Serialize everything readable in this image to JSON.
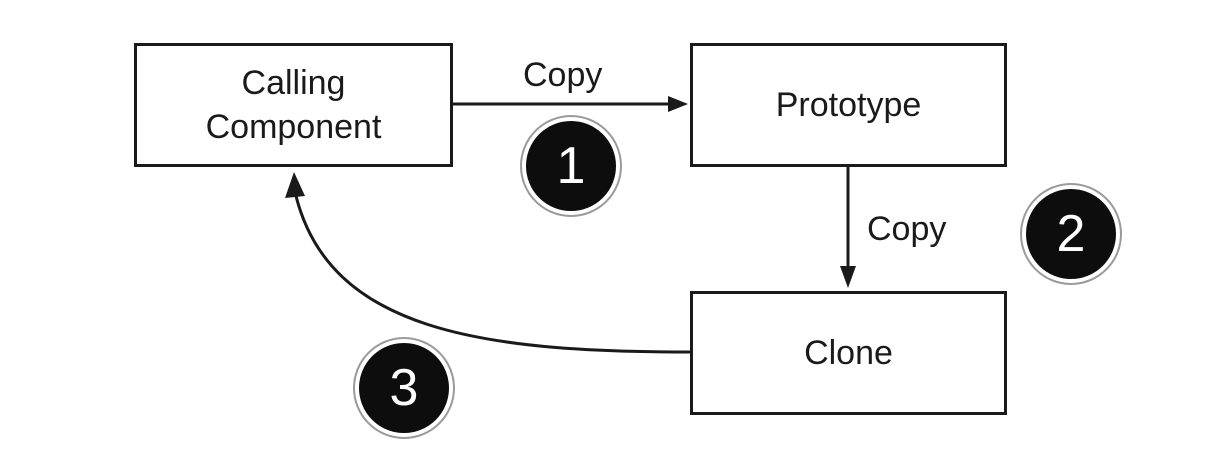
{
  "nodes": {
    "calling_component": {
      "line1": "Calling",
      "line2": "Component"
    },
    "prototype": {
      "label": "Prototype"
    },
    "clone": {
      "label": "Clone"
    }
  },
  "edges": {
    "calling_to_prototype": {
      "label": "Copy"
    },
    "prototype_to_clone": {
      "label": "Copy"
    }
  },
  "steps": [
    "1",
    "2",
    "3"
  ],
  "colors": {
    "stroke": "#1a1a1a",
    "badge_fill": "#0d0d0d",
    "badge_text": "#ffffff"
  }
}
